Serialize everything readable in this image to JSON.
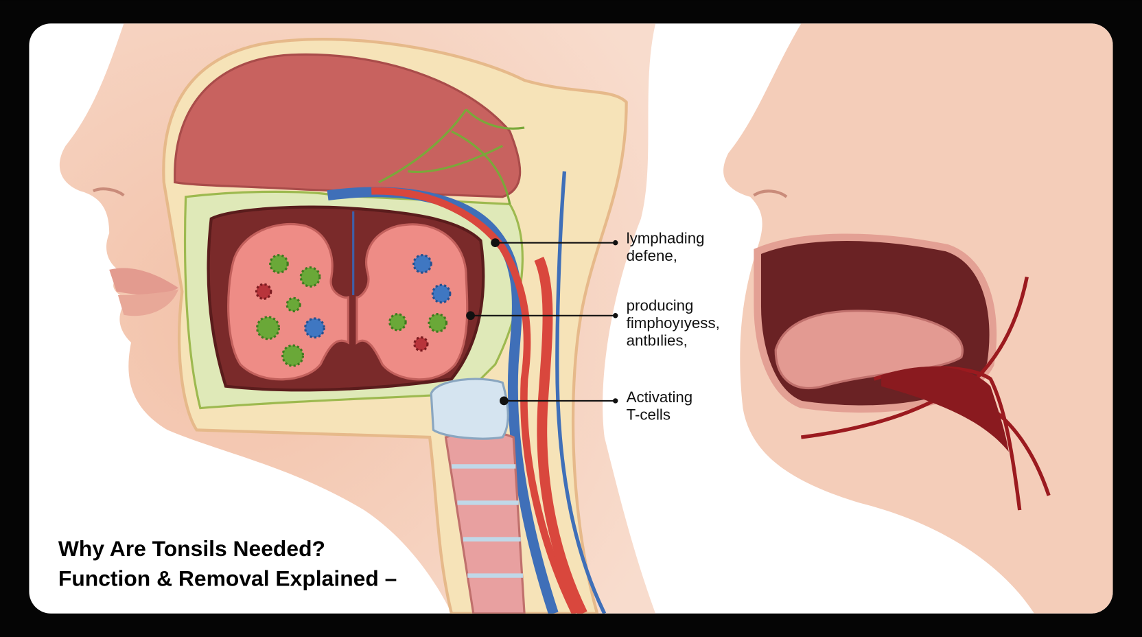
{
  "title": {
    "line1": "Why Are Tonsils Needed?",
    "line2": "Function & Removal Explained –"
  },
  "callouts": [
    {
      "lines": [
        "lymphading",
        "defene,"
      ]
    },
    {
      "lines": [
        "producing",
        "fimphoyıyess,",
        "antbılies,"
      ]
    },
    {
      "lines": [
        "Activating",
        "T-cells"
      ]
    }
  ],
  "colors": {
    "skin": "#f3c7b0",
    "tissue": "#e27f78",
    "artery": "#d9473d",
    "vein": "#3f6fb8",
    "nerve": "#7aa83a",
    "infection": "#9b1a1f"
  }
}
